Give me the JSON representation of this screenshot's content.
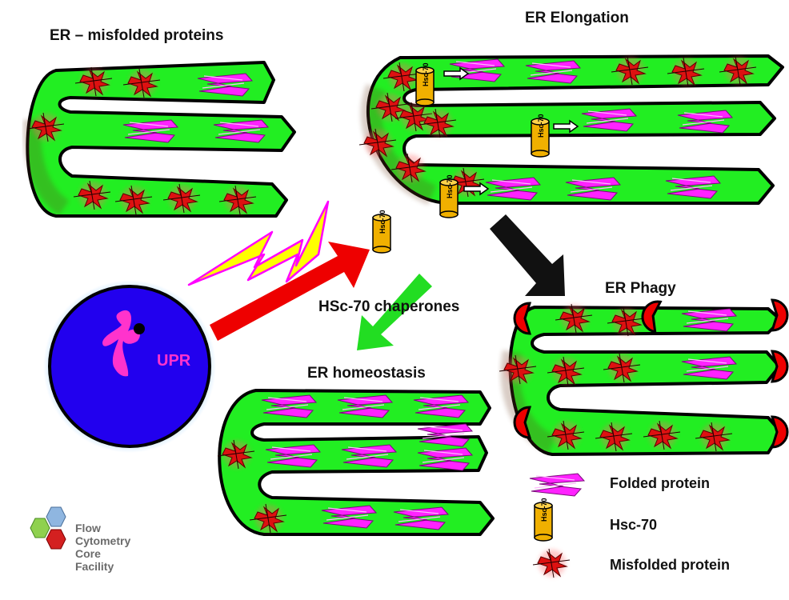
{
  "labels": {
    "er_misfolded": "ER – misfolded proteins",
    "er_elongation": "ER Elongation",
    "er_phagy": "ER Phagy",
    "er_homeostasis": "ER homeostasis",
    "chaperones": "HSc-70 chaperones",
    "upr": "UPR",
    "hsc_tag": "Hsc-70"
  },
  "legend": {
    "folded": "Folded protein",
    "hsc": "Hsc-70",
    "misfolded": "Misfolded protein"
  },
  "logo": {
    "line1": "Flow",
    "line2": "Cytometry",
    "line3": "Core",
    "line4": "Facility"
  },
  "colors": {
    "er_fill": "#22ee22",
    "folded_protein": "#ff22ff",
    "misfolded_protein": "#dd1111",
    "hsc_cylinder": "#f0b000",
    "nucleus": "#2200ee",
    "arrow_red": "#ee0000",
    "arrow_green": "#22dd22",
    "arrow_black": "#111111",
    "lightning": "#ffff00"
  }
}
